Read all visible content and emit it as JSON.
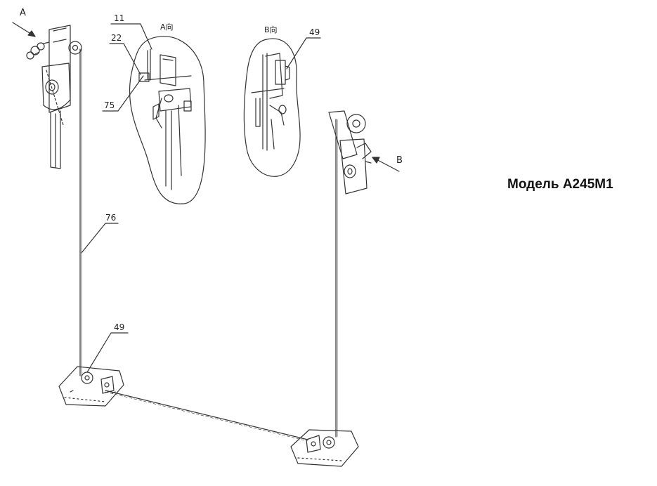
{
  "model_label": "Модель  А245М1",
  "callouts": {
    "view_a_arrow": "A",
    "view_b_arrow": "B",
    "view_a_title": "A向",
    "view_b_title": "B向",
    "part_11": "11",
    "part_22": "22",
    "part_75": "75",
    "part_49_top": "49",
    "part_76": "76",
    "part_49_bottom": "49"
  }
}
